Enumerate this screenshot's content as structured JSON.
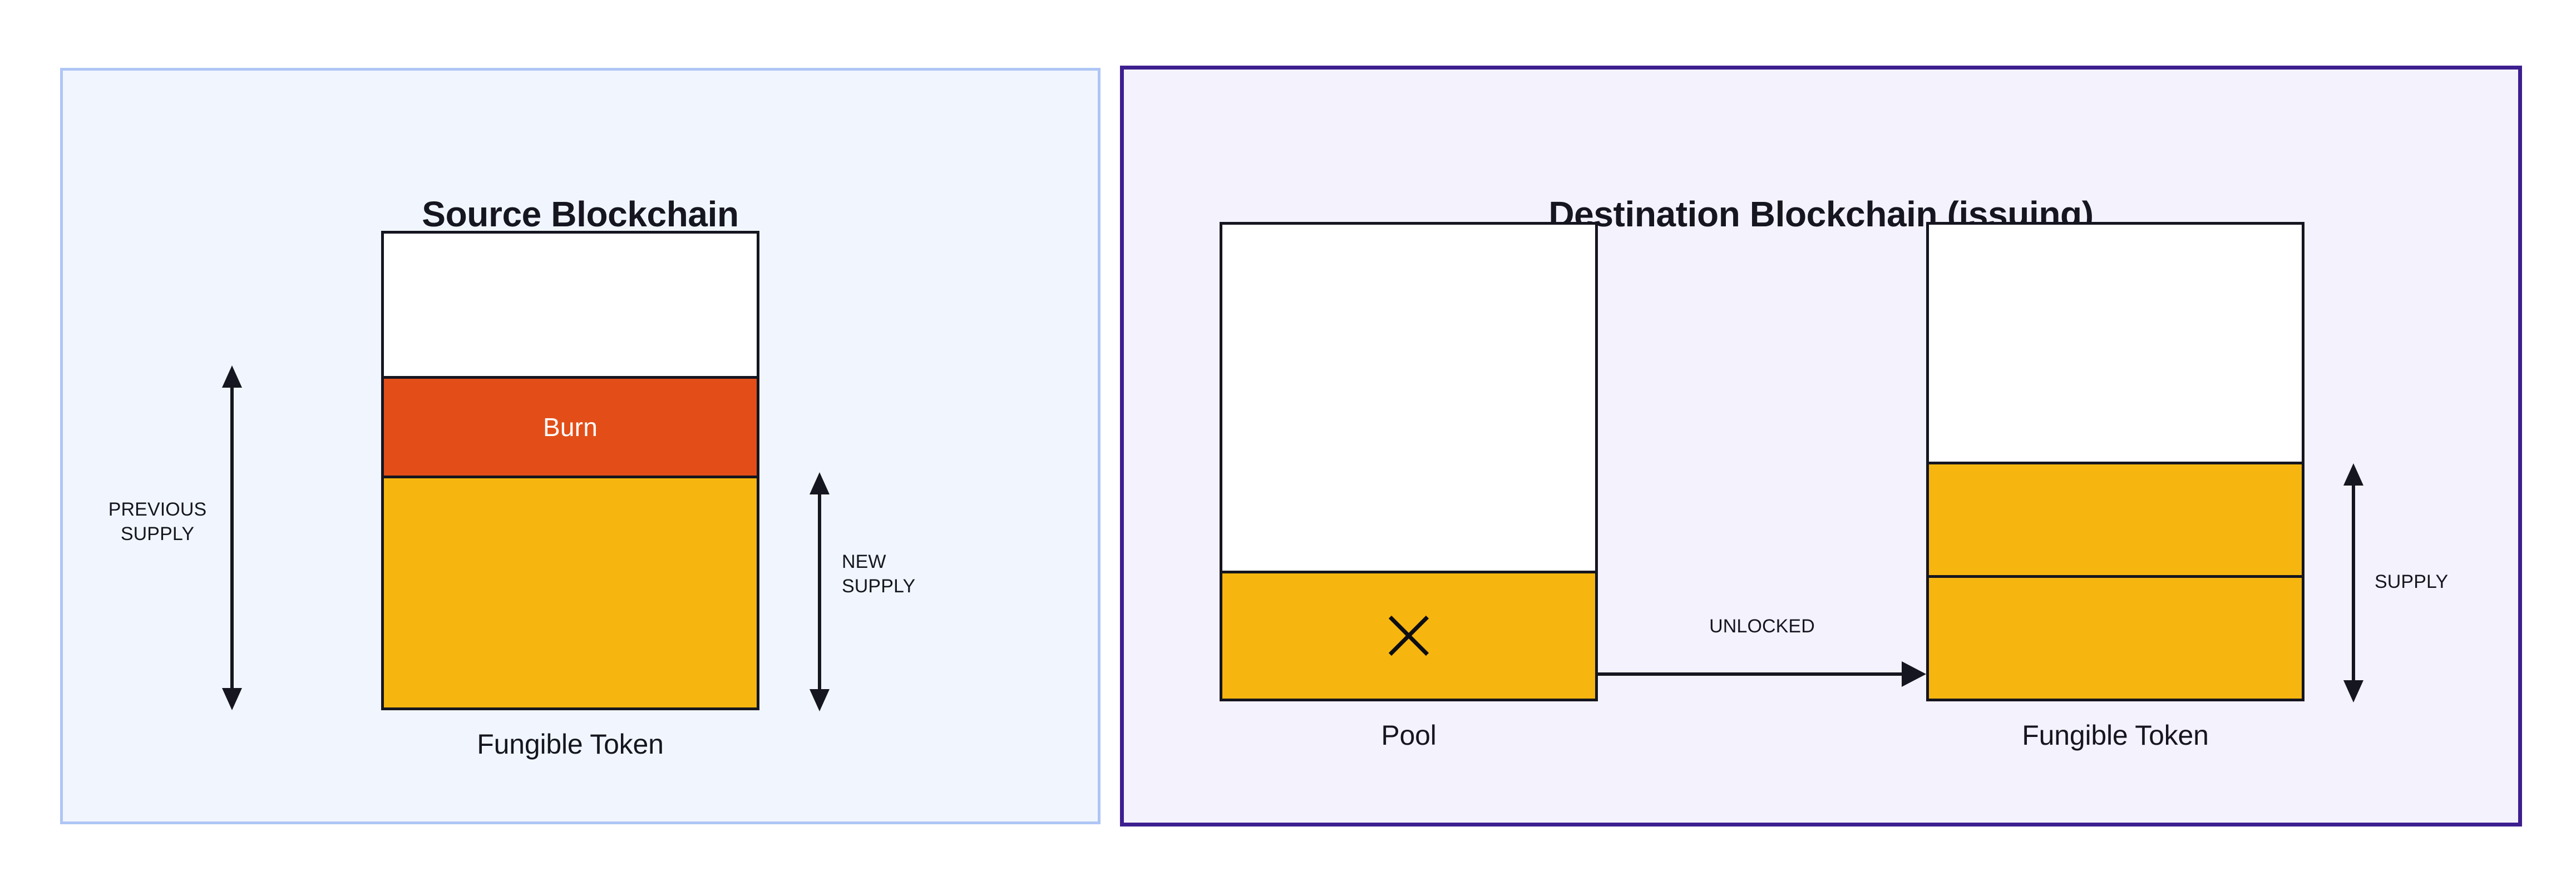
{
  "diagram": {
    "type": "token-bridge-supply-diagram",
    "panels": [
      {
        "id": "source",
        "title": "Source Blockchain",
        "accent_color": "#aec5f5",
        "background_color": "#f1f6fe"
      },
      {
        "id": "destination",
        "title": "Destination Blockchain (issuing)",
        "accent_color": "#3d1f8f",
        "background_color": "#f4f2fd"
      }
    ]
  },
  "source_panel": {
    "title": "Source Blockchain",
    "bar": {
      "caption": "Fungible Token",
      "segments": [
        {
          "name": "empty",
          "label": "",
          "color": "#ffffff",
          "fraction": 0.3
        },
        {
          "name": "burn",
          "label": "Burn",
          "color": "#e34e18",
          "fraction": 0.21
        },
        {
          "name": "remaining-supply",
          "label": "",
          "color": "#f6b60f",
          "fraction": 0.49
        }
      ]
    },
    "measures": [
      {
        "name": "previous-supply",
        "label": "PREVIOUS\nSUPPLY"
      },
      {
        "name": "new-supply",
        "label": "NEW\nSUPPLY"
      }
    ]
  },
  "destination_panel": {
    "title": "Destination Blockchain (issuing)",
    "pool": {
      "caption": "Pool",
      "icon": "x-mark-icon",
      "segments": [
        {
          "name": "empty",
          "label": "",
          "color": "#ffffff",
          "fraction": 0.73
        },
        {
          "name": "locked-removed",
          "label": "",
          "color": "#f6b60f",
          "fraction": 0.27
        }
      ]
    },
    "token": {
      "caption": "Fungible Token",
      "segments": [
        {
          "name": "empty",
          "label": "",
          "color": "#ffffff",
          "fraction": 0.5
        },
        {
          "name": "existing-supply",
          "label": "",
          "color": "#f6b60f",
          "fraction": 0.24
        },
        {
          "name": "newly-issued",
          "label": "",
          "color": "#f6b60f",
          "fraction": 0.26
        }
      ]
    },
    "flow": {
      "name": "unlocked-arrow",
      "label": "UNLOCKED"
    },
    "measures": [
      {
        "name": "supply",
        "label": "SUPPLY"
      }
    ]
  },
  "colors": {
    "burn": "#e34e18",
    "token": "#f6b60f",
    "outline": "#15161f",
    "source_border": "#aec5f5",
    "source_bg": "#f1f6fe",
    "destination_border": "#3d1f8f",
    "destination_bg": "#f4f2fd"
  }
}
